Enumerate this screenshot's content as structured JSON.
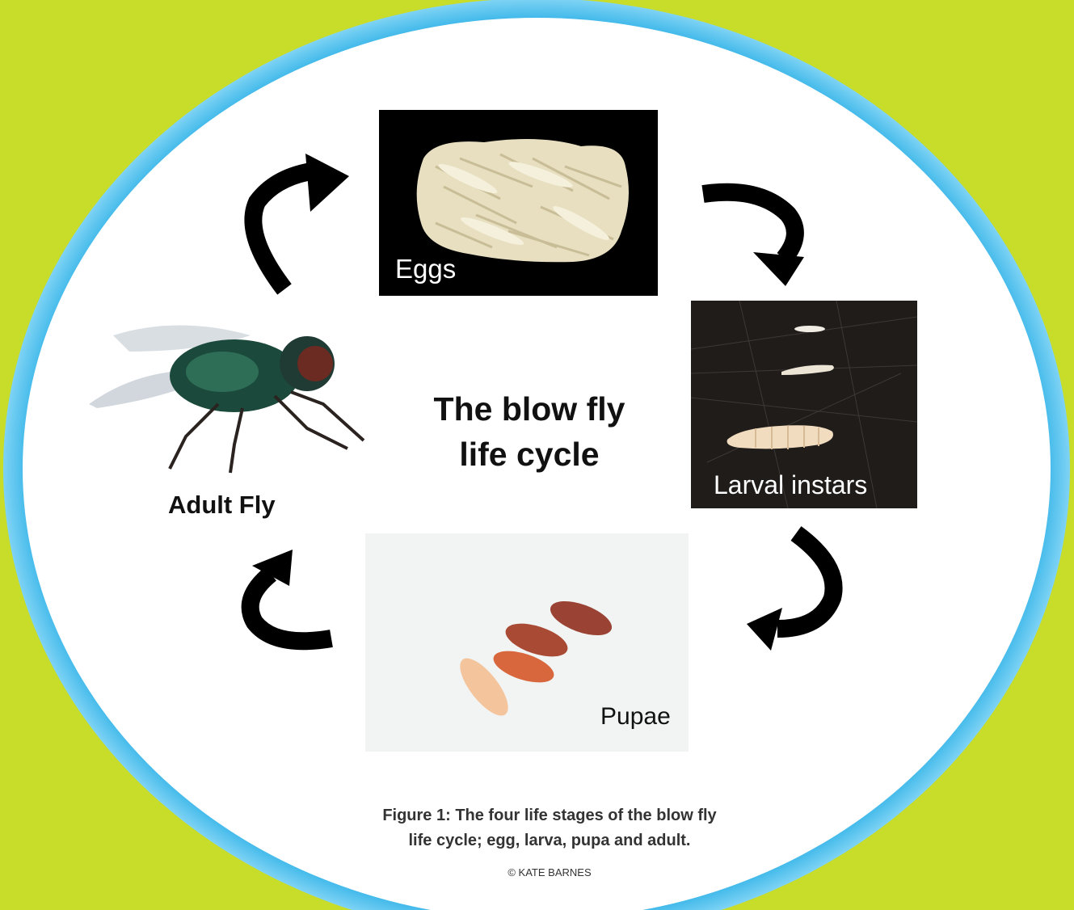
{
  "title": {
    "line1": "The blow fly",
    "line2": "life cycle"
  },
  "stages": {
    "eggs": "Eggs",
    "larva": "Larval instars",
    "pupae": "Pupae",
    "adult": "Adult Fly"
  },
  "caption": {
    "line1": "Figure 1: The four life stages of the blow fly",
    "line2": "life cycle; egg, larva, pupa and adult."
  },
  "credit": "© KATE BARNES",
  "colors": {
    "background": "#c8dc2a",
    "ring": "#1fa6df",
    "arrow": "#000000"
  },
  "icons": [
    "egg-cluster",
    "larva",
    "pupa",
    "fly",
    "cycle-arrow"
  ]
}
